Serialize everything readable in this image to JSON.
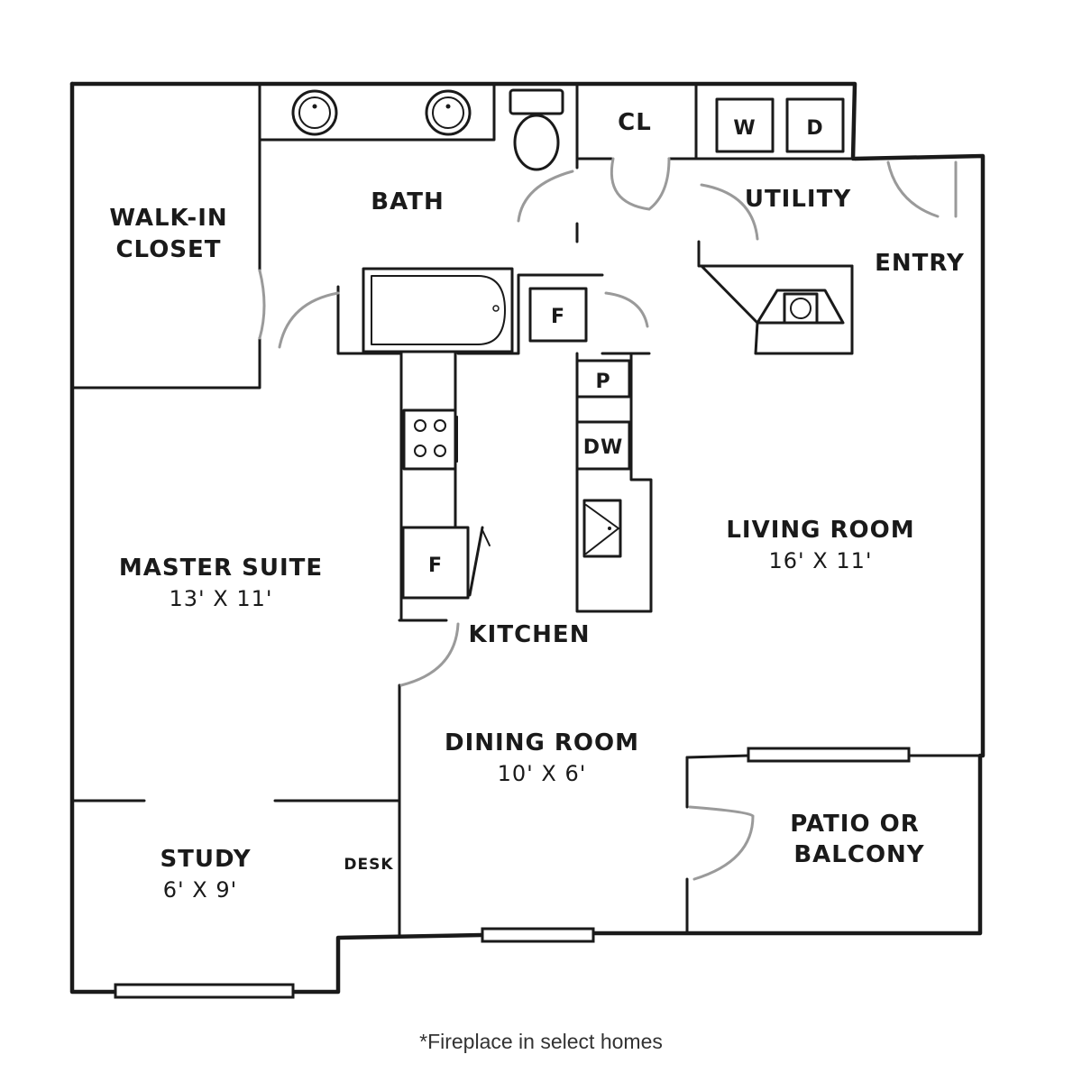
{
  "rooms": {
    "walk_in_closet": {
      "line1": "WALK-IN",
      "line2": "CLOSET"
    },
    "bath": {
      "name": "BATH"
    },
    "closet": {
      "name": "CL"
    },
    "utility": {
      "name": "UTILITY"
    },
    "entry": {
      "name": "ENTRY"
    },
    "master_suite": {
      "name": "MASTER SUITE",
      "size": "13' X 11'"
    },
    "kitchen": {
      "name": "KITCHEN"
    },
    "living_room": {
      "name": "LIVING ROOM",
      "size": "16' X 11'"
    },
    "dining_room": {
      "name": "DINING ROOM",
      "size": "10' X 6'"
    },
    "patio": {
      "line1": "PATIO OR",
      "line2": "BALCONY"
    },
    "study": {
      "name": "STUDY",
      "size": "6' X 9'"
    },
    "desk": {
      "name": "DESK"
    }
  },
  "appliances": {
    "washer": "W",
    "dryer": "D",
    "bath_fridge": "F",
    "kitchen_fridge": "F",
    "pantry": "P",
    "dishwasher": "DW"
  },
  "footnote": "*Fireplace in select homes"
}
